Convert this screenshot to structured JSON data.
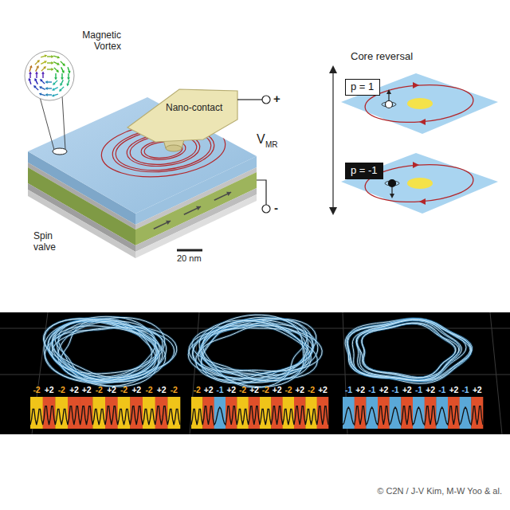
{
  "diagram": {
    "nodes": [
      {
        "text": [
          "p = 1"
        ]
      },
      {
        "text": [
          "p = -1"
        ]
      }
    ],
    "labels": [
      "Magnetic Vortex",
      "Nano-contact",
      "+",
      "V",
      "MR",
      "-",
      "Spin valve",
      "20 nm",
      "Core reversal",
      "-2",
      "+2",
      "-2",
      "+2",
      "+2",
      "-2",
      "+2",
      "-2",
      "+2",
      "-2",
      "+2",
      "-2",
      "-2",
      "+2",
      "-1",
      "+2",
      "-2",
      "+2",
      "-2",
      "+2",
      "-2",
      "+2",
      "-2",
      "+2",
      "-1",
      "+2",
      "-1",
      "+2",
      "-1",
      "+2",
      "-1",
      "+2",
      "-1",
      "+2",
      "-1",
      "+2",
      "© C2N / J-V Kim, M-W Yoo & al."
    ]
  }
}
